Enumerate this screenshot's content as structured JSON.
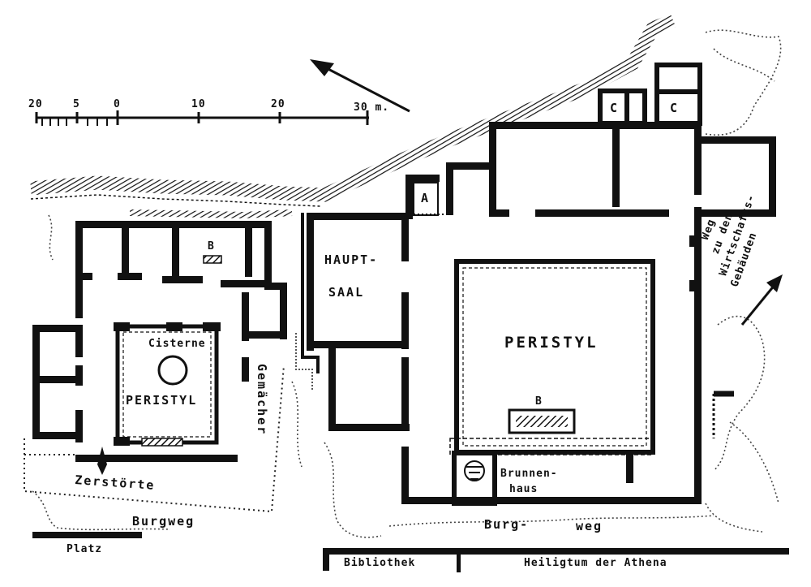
{
  "scale": {
    "ticks": [
      "20",
      "5",
      "0",
      "10",
      "20",
      "30 m."
    ]
  },
  "labels": {
    "hauptsaal_1": "HAUPT-",
    "hauptsaal_2": "SAAL",
    "peristyl_main": "PERISTYL",
    "peristyl_west": "PERISTYL",
    "cisterne": "Cisterne",
    "room_a": "A",
    "room_b_west": "B",
    "room_b_main": "B",
    "room_c1": "C",
    "room_c2": "C",
    "brunnenhaus_1": "Brunnen-",
    "brunnenhaus_2": "haus",
    "gemacher": "Gemächer",
    "zerstorte": "Zerstörte",
    "burgweg_west": "Burgweg",
    "burgweg_east_1": "Burg-",
    "burgweg_east_2": "weg",
    "platz": "Platz",
    "bibliothek": "Bibliothek",
    "heiligtum": "Heiligtum der Athena",
    "weg_1": "Weg",
    "weg_2": "zu den",
    "weg_3": "Wirtschafts-",
    "weg_4": "Gebäuden"
  }
}
